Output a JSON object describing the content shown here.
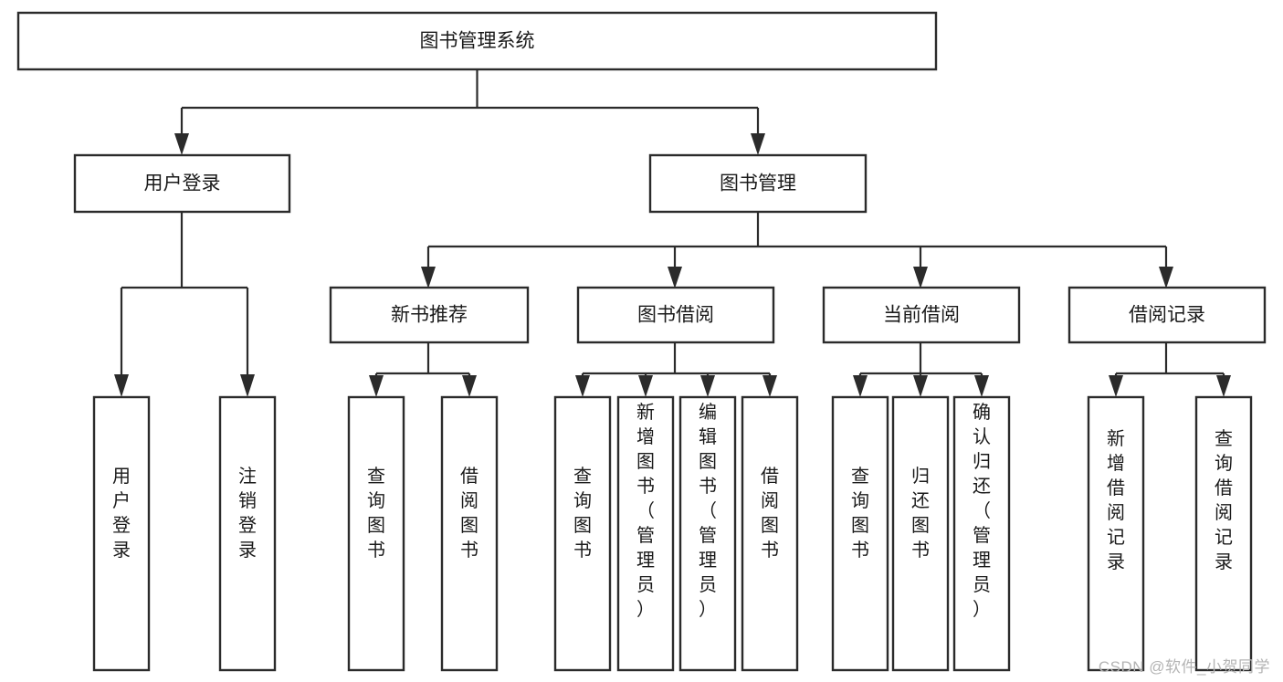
{
  "diagram": {
    "type": "tree-hierarchy",
    "title": "图书管理系统",
    "watermark": "CSDN @软件_小贺同学",
    "colors": {
      "box_stroke": "#2b2b2b",
      "box_fill": "#ffffff",
      "connector": "#2b2b2b",
      "text": "#1a1a1a",
      "background": "#ffffff",
      "watermark": "#b4b4b4"
    },
    "levels": {
      "root": {
        "label": "图书管理系统",
        "orientation": "horizontal"
      },
      "level2": [
        {
          "label": "用户登录",
          "orientation": "horizontal"
        },
        {
          "label": "图书管理",
          "orientation": "horizontal"
        }
      ],
      "level3": [
        {
          "label": "新书推荐",
          "orientation": "horizontal",
          "parent": "图书管理"
        },
        {
          "label": "图书借阅",
          "orientation": "horizontal",
          "parent": "图书管理"
        },
        {
          "label": "当前借阅",
          "orientation": "horizontal",
          "parent": "图书管理"
        },
        {
          "label": "借阅记录",
          "orientation": "horizontal",
          "parent": "图书管理"
        }
      ],
      "leaves": [
        {
          "label": "用户登录",
          "parent": "用户登录",
          "orientation": "vertical"
        },
        {
          "label": "注销登录",
          "parent": "用户登录",
          "orientation": "vertical"
        },
        {
          "label": "查询图书",
          "parent": "新书推荐",
          "orientation": "vertical"
        },
        {
          "label": "借阅图书",
          "parent": "新书推荐",
          "orientation": "vertical"
        },
        {
          "label": "查询图书",
          "parent": "图书借阅",
          "orientation": "vertical"
        },
        {
          "label": "新增图书（管理员）",
          "parent": "图书借阅",
          "orientation": "vertical"
        },
        {
          "label": "编辑图书（管理员）",
          "parent": "图书借阅",
          "orientation": "vertical"
        },
        {
          "label": "借阅图书",
          "parent": "图书借阅",
          "orientation": "vertical"
        },
        {
          "label": "查询图书",
          "parent": "当前借阅",
          "orientation": "vertical"
        },
        {
          "label": "归还图书",
          "parent": "当前借阅",
          "orientation": "vertical"
        },
        {
          "label": "确认归还（管理员）",
          "parent": "当前借阅",
          "orientation": "vertical"
        },
        {
          "label": "新增借阅记录",
          "parent": "借阅记录",
          "orientation": "vertical"
        },
        {
          "label": "查询借阅记录",
          "parent": "借阅记录",
          "orientation": "vertical"
        }
      ]
    }
  }
}
